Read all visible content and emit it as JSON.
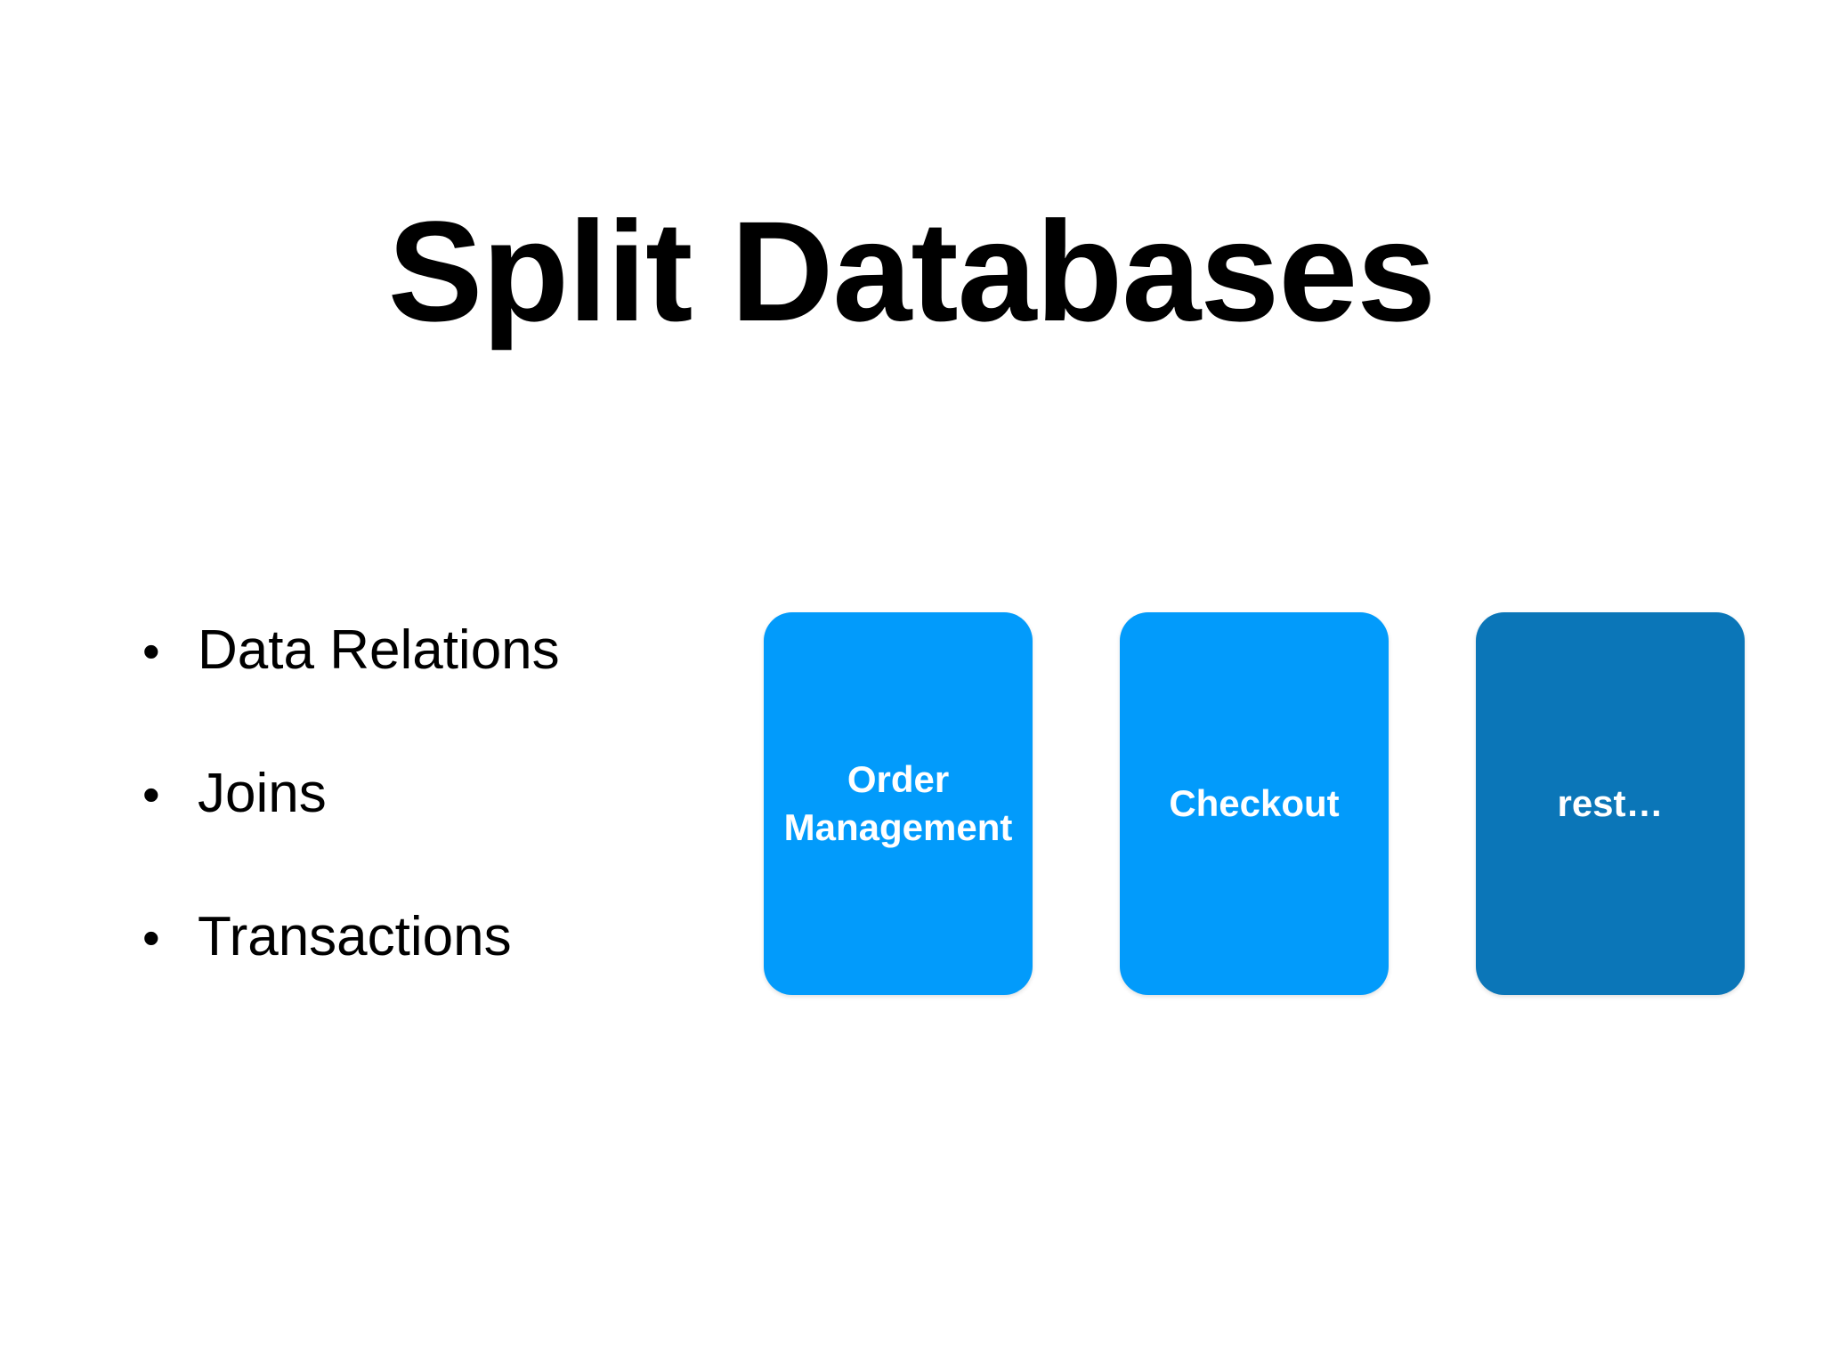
{
  "slide": {
    "background_color": "#FFFFFF",
    "title": "Split Databases"
  },
  "bullets": [
    {
      "marker": "•",
      "label": "Data Relations"
    },
    {
      "marker": "•",
      "label": "Joins"
    },
    {
      "marker": "•",
      "label": "Transactions"
    }
  ],
  "cards": [
    {
      "label": "Order Management",
      "color": "#029BFB",
      "text_color": "#FFFFFF"
    },
    {
      "label": "Checkout",
      "color": "#029BFB",
      "text_color": "#FFFFFF"
    },
    {
      "label": "rest…",
      "color": "#0B76B8",
      "text_color": "#FFFFFF"
    }
  ]
}
